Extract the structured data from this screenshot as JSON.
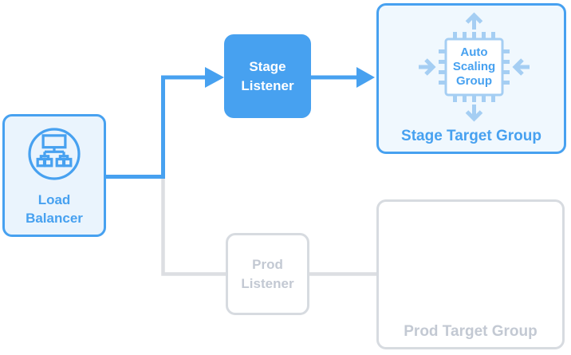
{
  "title": "Load balancer listeners and target groups diagram",
  "colors": {
    "primary_blue": "#47A1F0",
    "load_balancer_fill": "#EAF4FD",
    "stage_target_fill": "#F0F8FE",
    "chip_light_blue": "#A5CEF3",
    "gray_border": "#D7DBE0",
    "gray_line": "#DCDEE2",
    "gray_text": "#C3C9D3",
    "white": "#FFFFFF"
  },
  "nodes": {
    "load_balancer": {
      "label": "Load Balancer"
    },
    "stage_listener": {
      "label": "Stage Listener"
    },
    "prod_listener": {
      "label": "Prod Listener"
    },
    "stage_target_group": {
      "label": "Stage Target Group",
      "auto_scaling_group": "Auto Scaling Group"
    },
    "prod_target_group": {
      "label": "Prod Target Group"
    }
  },
  "edges": [
    {
      "from": "load-balancer",
      "to": "stage-listener",
      "style": "blue-arrow"
    },
    {
      "from": "stage-listener",
      "to": "stage-target-group",
      "style": "blue-arrow"
    },
    {
      "from": "load-balancer",
      "to": "prod-listener",
      "style": "gray-line"
    },
    {
      "from": "prod-listener",
      "to": "prod-target-group",
      "style": "gray-line"
    }
  ]
}
